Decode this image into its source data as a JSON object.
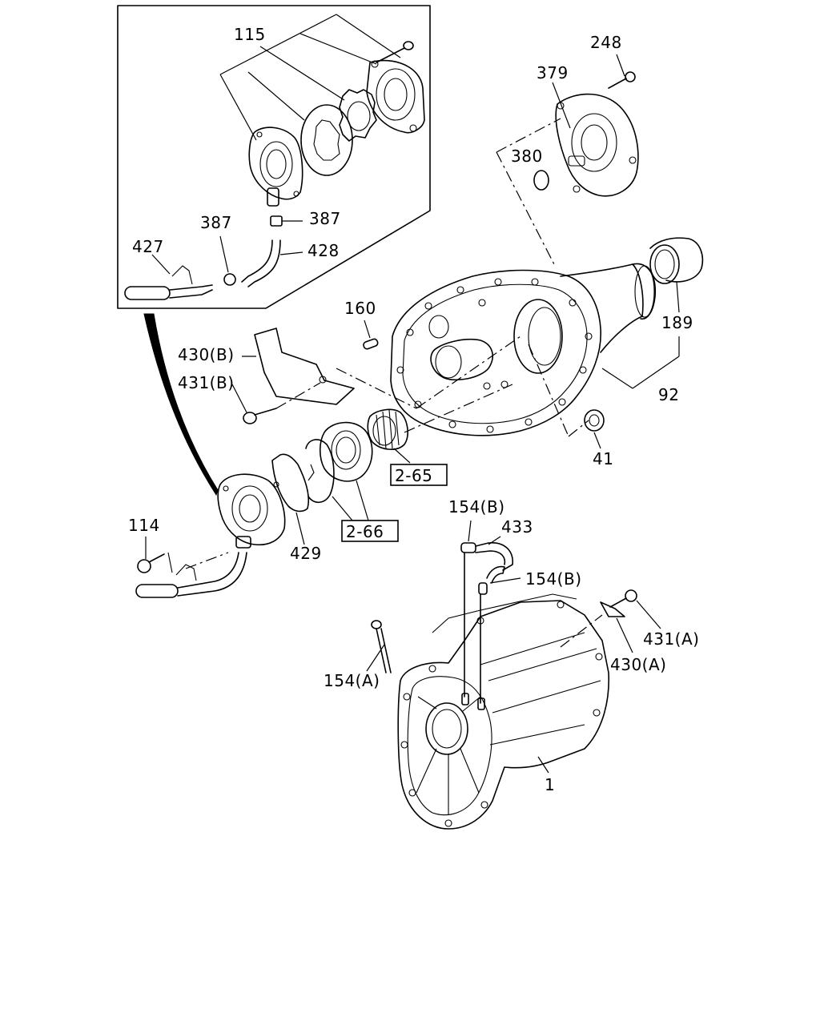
{
  "labels": {
    "l115": "115",
    "l248": "248",
    "l379": "379",
    "l380": "380",
    "l387a": "387",
    "l387b": "387",
    "l427": "427",
    "l428": "428",
    "l160": "160",
    "l189": "189",
    "l92": "92",
    "l41": "41",
    "l430b": "430(B)",
    "l431b": "431(B)",
    "l265": "2-65",
    "l266": "2-66",
    "l114": "114",
    "l429": "429",
    "l154b1": "154(B)",
    "l433": "433",
    "l154b2": "154(B)",
    "l431a": "431(A)",
    "l430a": "430(A)",
    "l154a": "154(A)",
    "l1": "1"
  }
}
